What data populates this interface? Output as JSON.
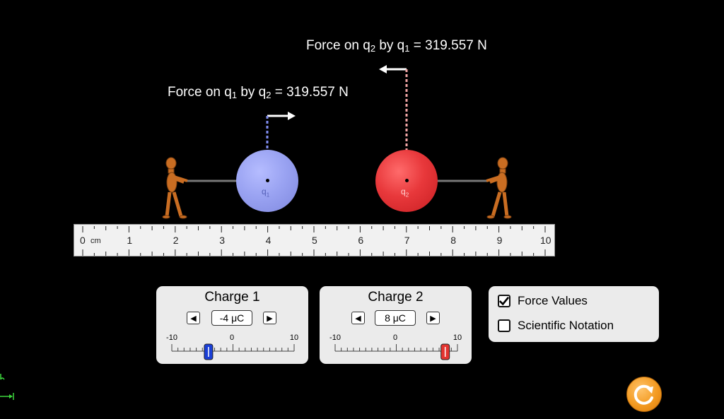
{
  "forces": {
    "q2_by_q1": {
      "prefix": "Force on q",
      "s1": "2",
      "mid": " by q",
      "s2": "1",
      "suffix": " = 319.557 N"
    },
    "q1_by_q2": {
      "prefix": "Force on q",
      "s1": "1",
      "mid": " by q",
      "s2": "2",
      "suffix": " = 319.557 N"
    }
  },
  "charges": {
    "q1": {
      "label": "q",
      "sub": "1",
      "color": "#9aa3f2"
    },
    "q2": {
      "label": "q",
      "sub": "2",
      "color": "#e8383b"
    }
  },
  "ruler": {
    "labels": [
      "0",
      "1",
      "2",
      "3",
      "4",
      "5",
      "6",
      "7",
      "8",
      "9",
      "10"
    ],
    "unit": "cm"
  },
  "charge1": {
    "title": "Charge 1",
    "value": "-4 μC",
    "slider_min": "-10",
    "slider_mid": "0",
    "slider_max": "10",
    "slider_value": -4,
    "thumb_color": "#1a3fd6"
  },
  "charge2": {
    "title": "Charge 2",
    "value": "8 μC",
    "slider_min": "-10",
    "slider_mid": "0",
    "slider_max": "10",
    "slider_value": 8,
    "thumb_color": "#e3342f"
  },
  "options": {
    "force_values": {
      "label": "Force Values",
      "checked": true
    },
    "scientific_notation": {
      "label": "Scientific Notation",
      "checked": false
    }
  },
  "reset": {
    "icon": "reset-icon",
    "color": "#f39a21"
  }
}
